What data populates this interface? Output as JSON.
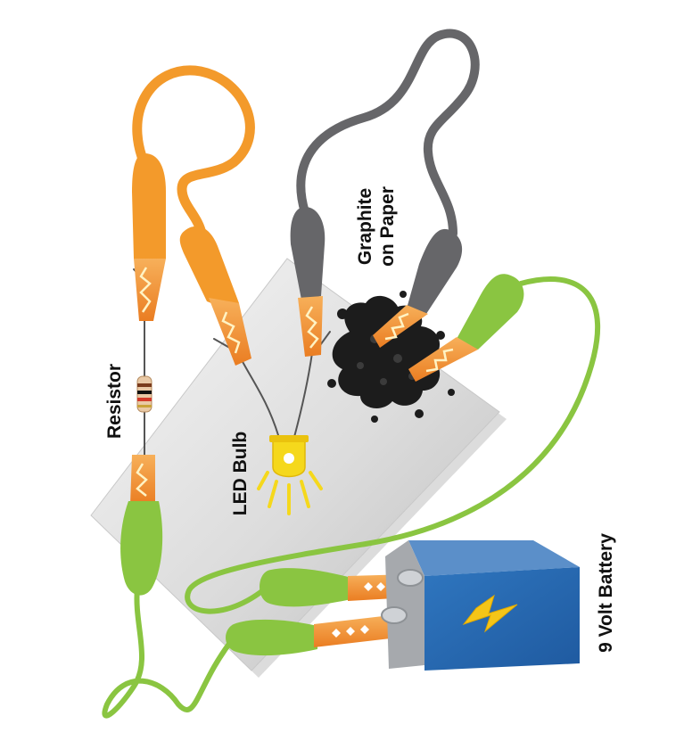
{
  "labels": {
    "resistor": "Resistor",
    "led_bulb": "LED Bulb",
    "graphite_line1": "Graphite",
    "graphite_line2": "on Paper",
    "battery": "9 Volt Battery"
  },
  "colors": {
    "orange_wire": "#f39a2b",
    "gray_wire": "#666669",
    "green_wire": "#8ac541",
    "clip_copper": "#f29a38",
    "battery_blue": "#2a6cb3",
    "battery_top": "#5b8fc9",
    "led_yellow": "#f5d81c",
    "graphite": "#1c1c1c",
    "paper": "#e6e6e6"
  }
}
